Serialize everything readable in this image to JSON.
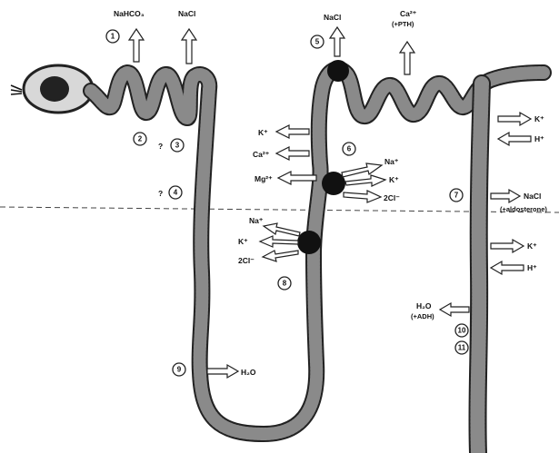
{
  "diagram": {
    "labels": {
      "nahco3": "NaHCO₃",
      "nacl_pct": "NaCl",
      "nacl_tal": "NaCl",
      "ca_pth_ion": "Ca²⁺",
      "ca_pth_note": "(+PTH)",
      "k_dct": "K⁺",
      "h_dct": "H⁺",
      "nacl_cd": "NaCl",
      "nacl_cd_note": "(+aldosterone)",
      "k_cd": "K⁺",
      "h_cd": "H⁺",
      "h2o_adh": "H₂O",
      "h2o_adh_note": "(+ADH)",
      "k_tal": "K⁺",
      "ca_tal": "Ca²⁺",
      "mg_tal": "Mg²⁺",
      "na_tal_out": "Na⁺",
      "k_tal_out": "K⁺",
      "cl_tal_out": "2Cl⁻",
      "na_thin": "Na⁺",
      "k_thin": "K⁺",
      "cl_thin": "2Cl⁻",
      "h2o_loop": "H₂O"
    },
    "markers": {
      "q1": "?",
      "q2": "?"
    },
    "circle_numbers": {
      "c1": "1",
      "c2": "2",
      "c3": "3",
      "c4": "4",
      "c5": "5",
      "c6": "6",
      "c7": "7",
      "c8": "8",
      "c9": "9",
      "c10": "10",
      "c11": "11"
    },
    "colors": {
      "tubule": "#2a2a2a",
      "speckle": "#9a9a9a",
      "background": "#ffffff",
      "dashed_line": "#444444"
    }
  }
}
